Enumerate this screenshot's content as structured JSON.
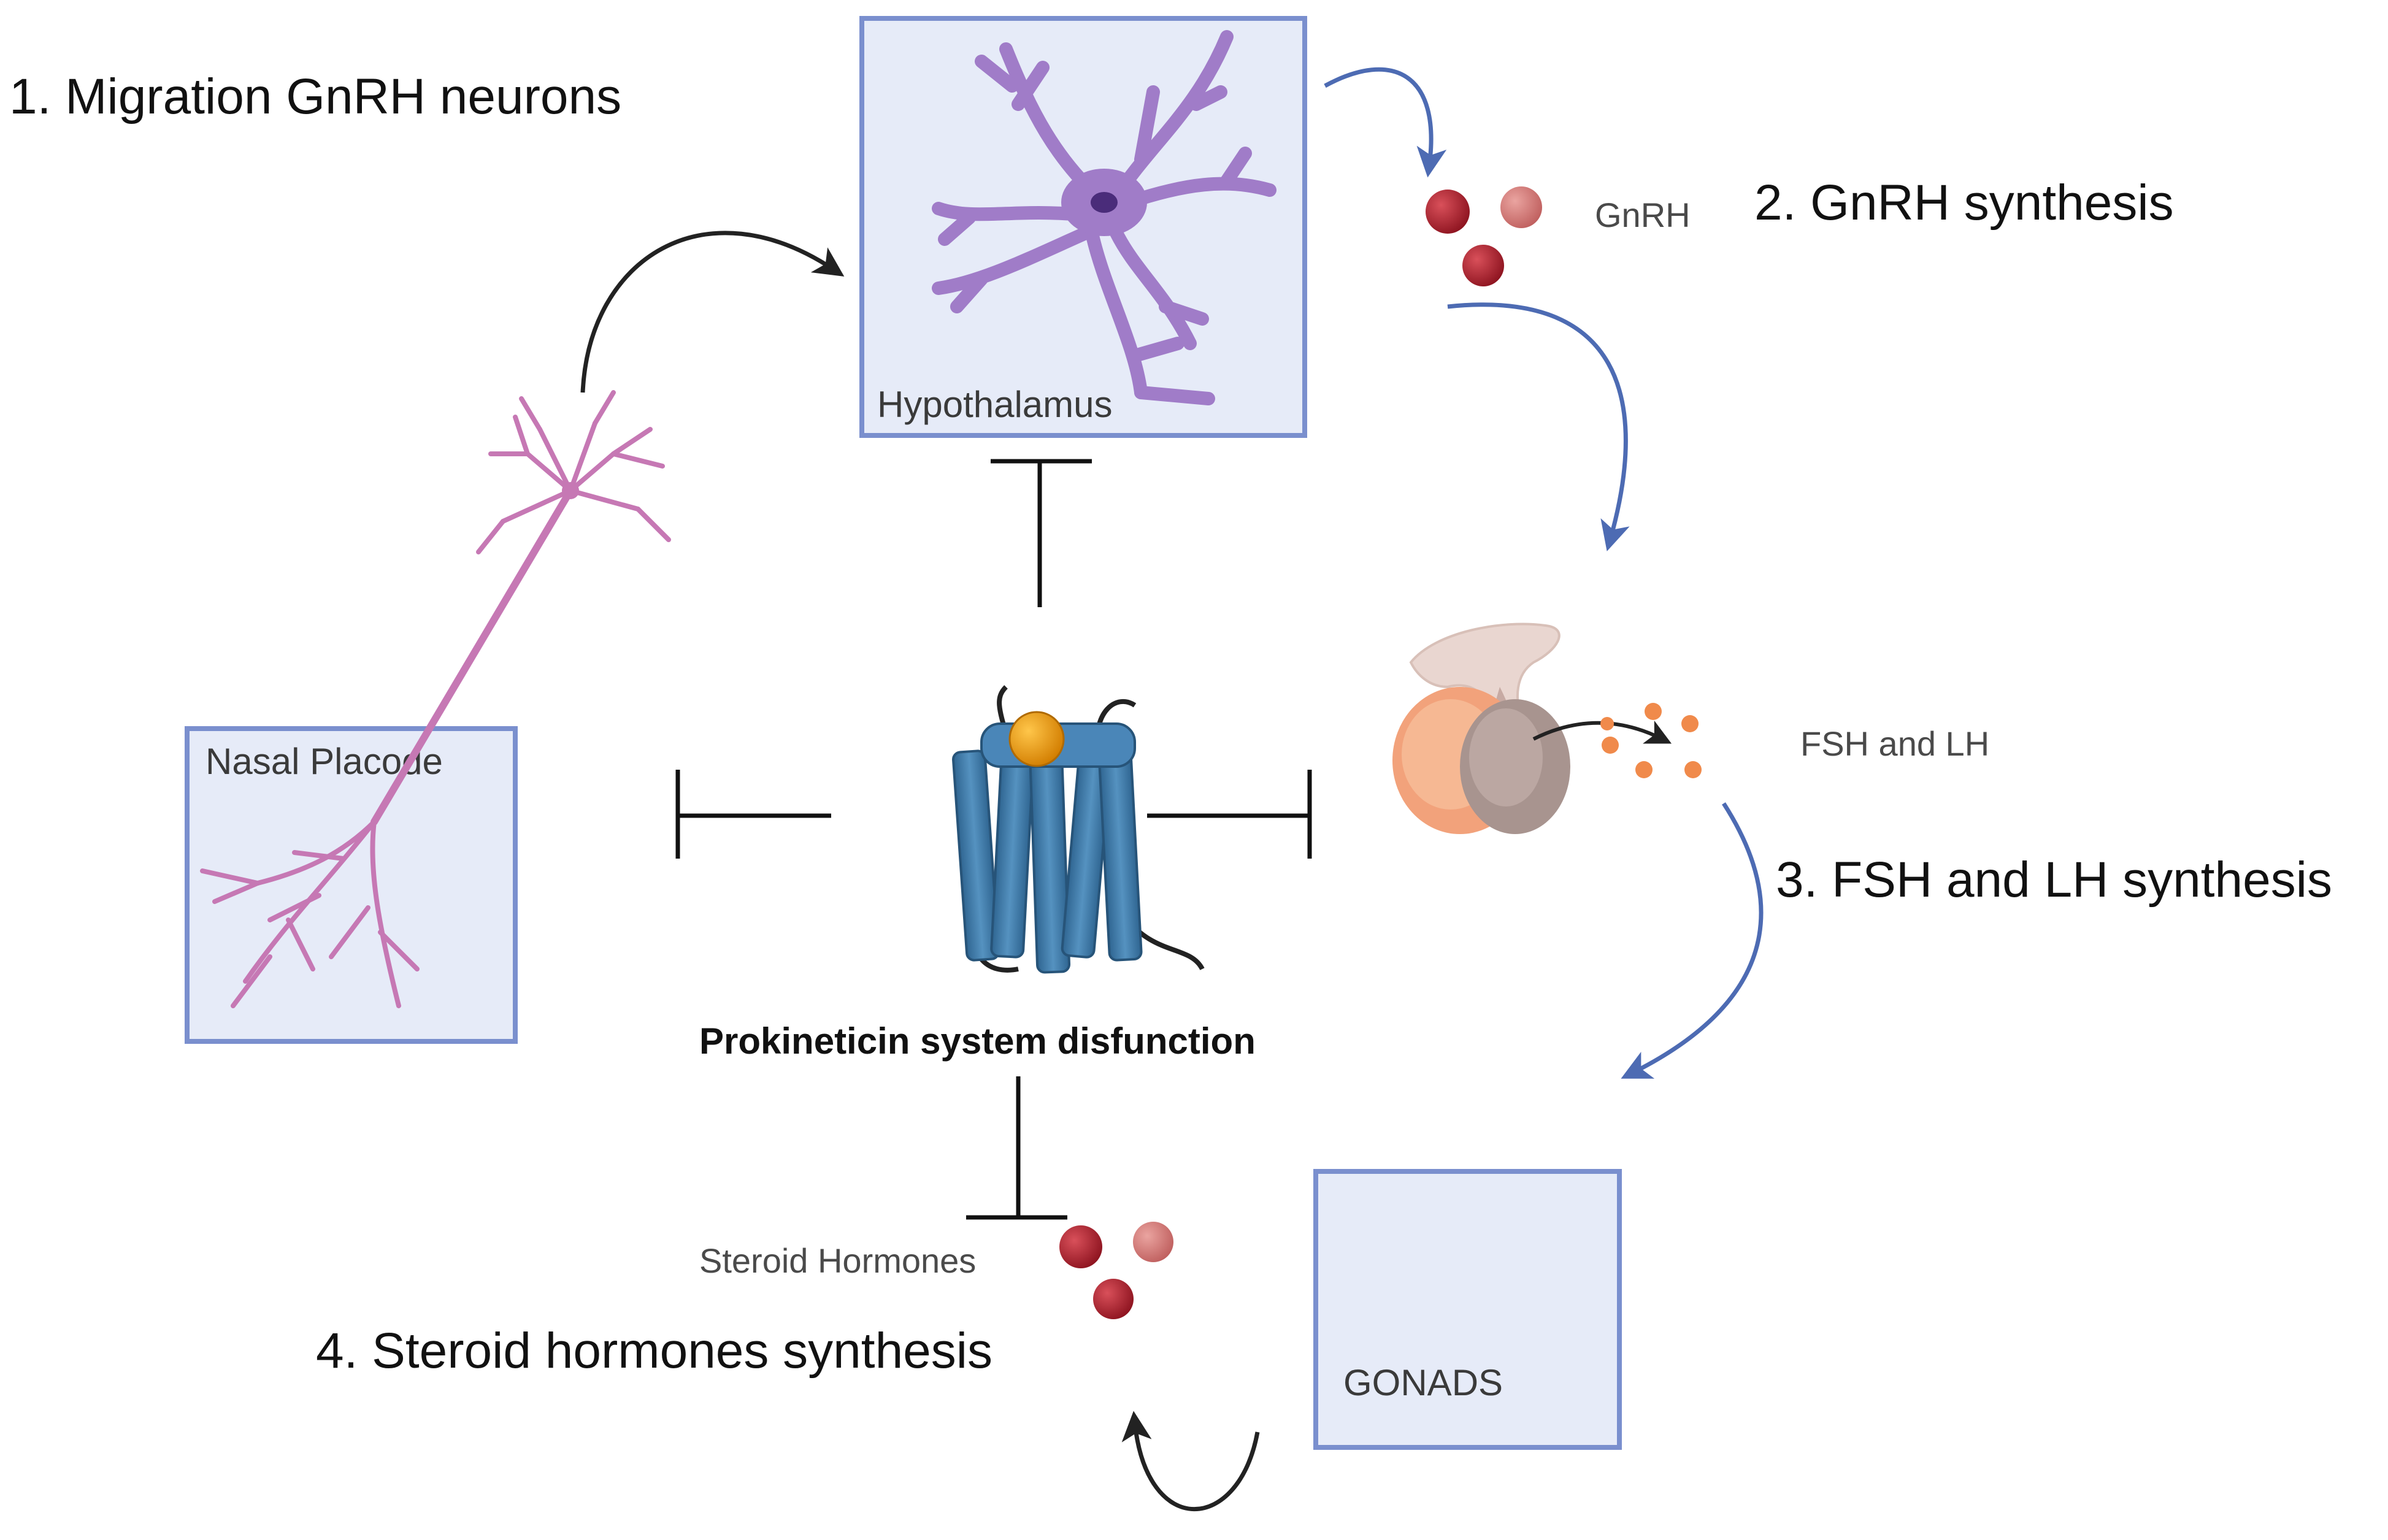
{
  "steps": {
    "step1": "1. Migration GnRH neurons",
    "step2": "2. GnRH synthesis",
    "step3": "3. FSH and LH synthesis",
    "step4": "4. Steroid hormones synthesis"
  },
  "boxes": {
    "hypothalamus": "Hypothalamus",
    "nasal_placode": "Nasal Placode",
    "gonads": "GONADS"
  },
  "labels": {
    "gnrh": "GnRH",
    "fsh_lh": "FSH and LH",
    "steroid_hormones": "Steroid Hormones",
    "center": "Prokineticin system disfunction"
  },
  "colors": {
    "box_fill": "#e6ebf8",
    "box_stroke": "#7a8fce",
    "hypothalamus_neuron": "#a07cc8",
    "migrating_neuron": "#c678b4",
    "flow_arrow": "#4d6bb3",
    "hormone_dark": "#a81f2a",
    "hormone_light": "#d87a7a",
    "fsh_lh_dots": "#f08a4b",
    "receptor": "#3f7cae",
    "ligand": "#e89a10"
  },
  "icons": {
    "hypothalamus_neuron": "neuron-icon",
    "migrating_neuron": "migrating-neuron-icon",
    "pituitary": "pituitary-gland-icon",
    "receptor": "gpcr-receptor-icon"
  }
}
